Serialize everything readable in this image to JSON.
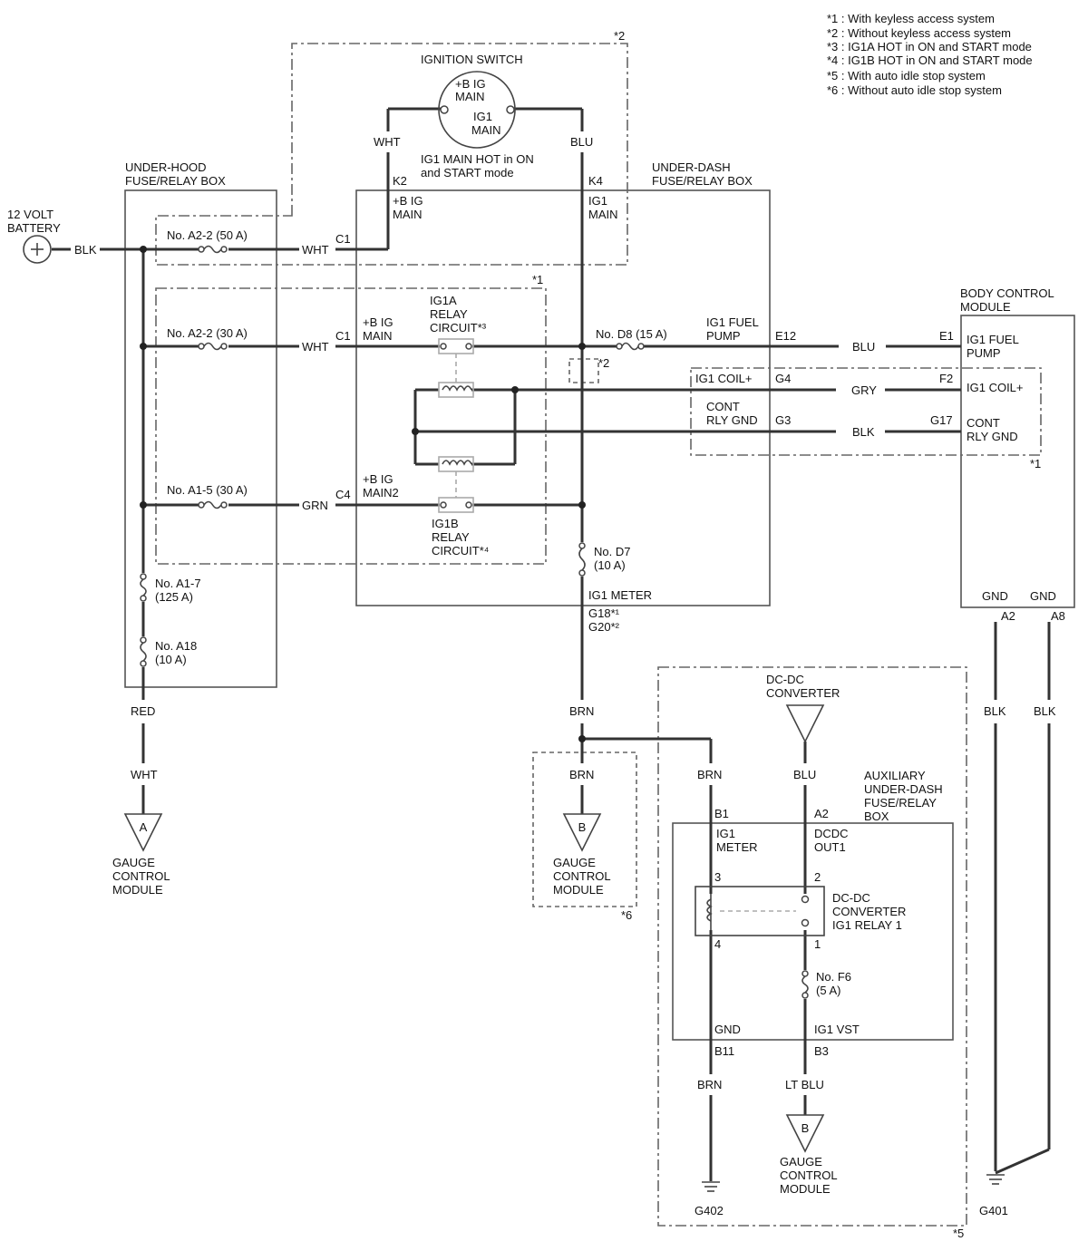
{
  "legend": [
    "*1 : With keyless access system",
    "*2 : Without keyless access system",
    "*3 : IG1A HOT in ON and START mode",
    "*4 : IG1B HOT in ON and START mode",
    "*5 : With auto idle stop system",
    "*6 : Without auto idle stop system"
  ],
  "components": {
    "battery": [
      "12 VOLT",
      "BATTERY"
    ],
    "ignition_switch": "IGNITION SWITCH",
    "ig_plus_b": [
      "+B IG",
      "MAIN"
    ],
    "ig_ig1": [
      "IG1",
      "MAIN"
    ],
    "ig_note": [
      "IG1 MAIN HOT in ON",
      "and START mode"
    ],
    "under_hood_box": [
      "UNDER-HOOD",
      "FUSE/RELAY BOX"
    ],
    "under_dash_box": [
      "UNDER-DASH",
      "FUSE/RELAY BOX"
    ],
    "bcm": [
      "BODY CONTROL",
      "MODULE"
    ],
    "dcdc_converter": [
      "DC-DC",
      "CONVERTER"
    ],
    "aux_box": [
      "AUXILIARY",
      "UNDER-DASH",
      "FUSE/RELAY",
      "BOX"
    ],
    "gauge_module": [
      "GAUGE",
      "CONTROL",
      "MODULE"
    ]
  },
  "fuses": {
    "a2_2_50": "No. A2-2 (50 A)",
    "a2_2_30": "No. A2-2 (30 A)",
    "a1_5_30": "No. A1-5 (30 A)",
    "a1_7": [
      "No. A1-7",
      "(125 A)"
    ],
    "a18": [
      "No. A18",
      "(10 A)"
    ],
    "d8": "No. D8 (15 A)",
    "d7": [
      "No. D7",
      "(10 A)"
    ],
    "f6": [
      "No. F6",
      "(5 A)"
    ]
  },
  "relays": {
    "ig1a": [
      "IG1A",
      "RELAY",
      "CIRCUIT*³"
    ],
    "ig1b": [
      "IG1B",
      "RELAY",
      "CIRCUIT*⁴"
    ],
    "dcdc_relay": [
      "DC-DC",
      "CONVERTER",
      "IG1 RELAY 1"
    ]
  },
  "wires": {
    "blk": "BLK",
    "wht": "WHT",
    "blu": "BLU",
    "grn": "GRN",
    "gry": "GRY",
    "red": "RED",
    "brn": "BRN",
    "lt_blu": "LT BLU"
  },
  "connectors": {
    "k2": "K2",
    "k4": "K4",
    "c1": "C1",
    "c4": "C4",
    "e12": "E12",
    "e1": "E1",
    "g4": "G4",
    "f2": "F2",
    "g3": "G3",
    "g17": "G17",
    "g18": "G18*¹",
    "g20": "G20*²",
    "a2": "A2",
    "a8": "A8",
    "b1": "B1",
    "b11": "B11",
    "b3": "B3",
    "p3": "3",
    "p2": "2",
    "p4": "4",
    "p1": "1"
  },
  "terminals": {
    "plus_b_ig_main": [
      "+B IG",
      "MAIN"
    ],
    "ig1_main": [
      "IG1",
      "MAIN"
    ],
    "plus_b_ig_main2": [
      "+B IG",
      "MAIN2"
    ],
    "ig1_fuel_pump": [
      "IG1 FUEL",
      "PUMP"
    ],
    "ig1_coil": "IG1 COIL+",
    "cont_rly_gnd": [
      "CONT",
      "RLY GND"
    ],
    "ig1_meter": "IG1 METER",
    "ig1_meter_split": [
      "IG1",
      "METER"
    ],
    "dcdc_out1": [
      "DCDC",
      "OUT1"
    ],
    "gnd": "GND",
    "ig1_vst": "IG1 VST"
  },
  "grounds": {
    "g401": "G401",
    "g402": "G402"
  },
  "tags": {
    "s1": "*1",
    "s2": "*2",
    "s5": "*5",
    "s6": "*6"
  },
  "arrows": {
    "a": "A",
    "b": "B"
  }
}
